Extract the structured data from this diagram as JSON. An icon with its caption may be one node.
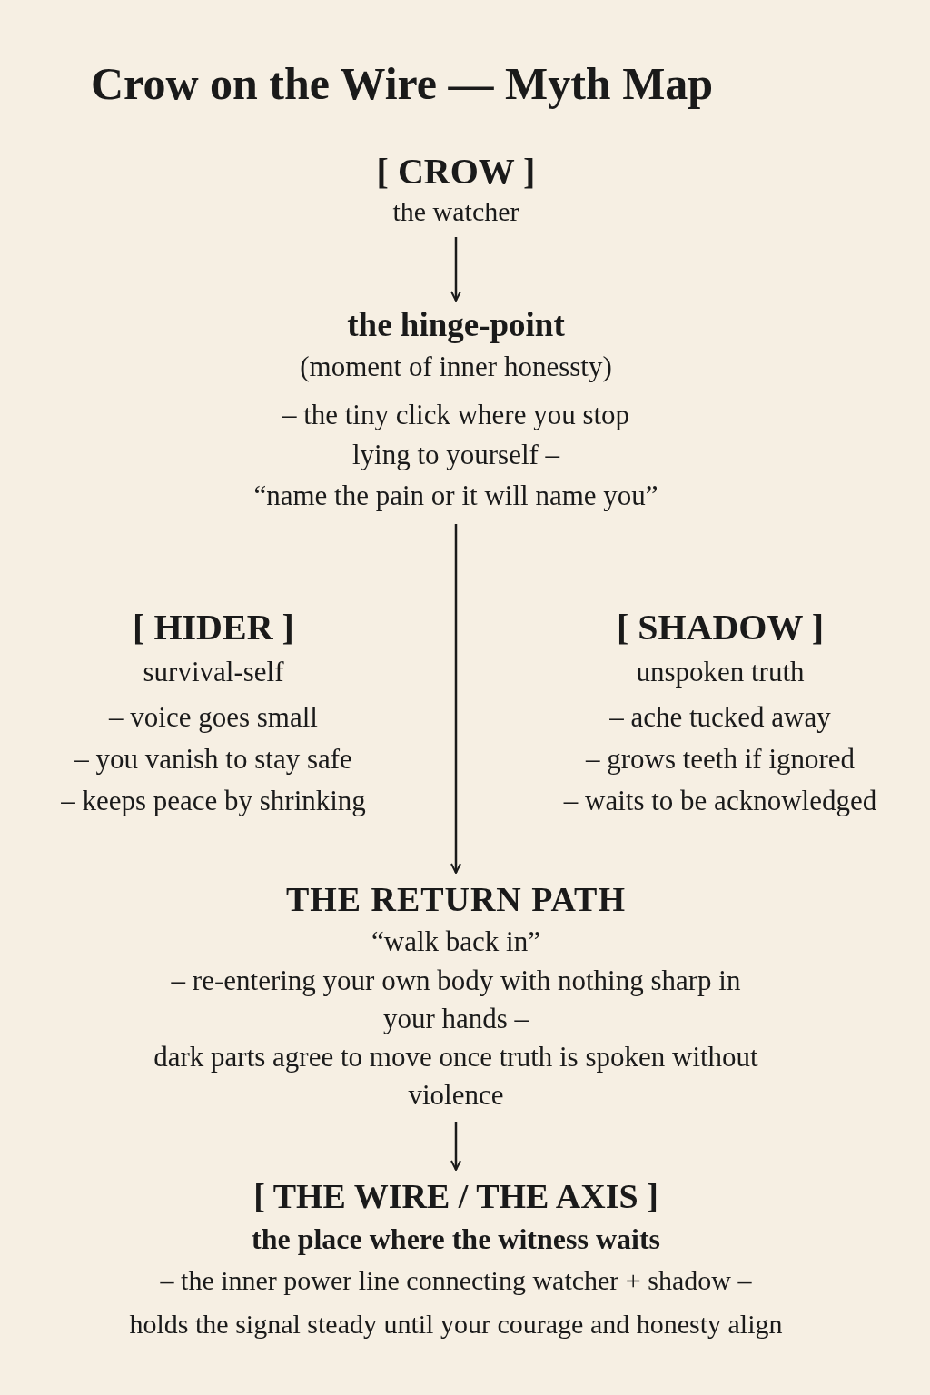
{
  "diagram": {
    "title": "Crow on the Wire — Myth Map",
    "nodes": [
      {
        "text": [
          "[ CROW ]",
          "the watcher"
        ]
      },
      {
        "text": [
          "the hinge-point",
          "(moment of inner honessty)",
          "– the tiny click where you stop lying to yourself –",
          "“name the pain or it will name you”"
        ]
      },
      {
        "text": [
          "THE RETURN PATH",
          "“walk back in”",
          "– re-entering your own body with nothing sharp in your hands –",
          "dark parts agree to move once truth is spoken without violence"
        ]
      },
      {
        "text": [
          "[ THE WIRE / THE AXIS ]",
          "the place where the witness waits",
          "– the inner power line connecting watcher + shadow –",
          "holds the signal steady until your courage and honesty align"
        ]
      }
    ],
    "edges": [
      {
        "from": 0,
        "to": 1,
        "arrow": "to"
      },
      {
        "from": 1,
        "to": 2,
        "arrow": "to"
      },
      {
        "from": 2,
        "to": 3,
        "arrow": "to"
      }
    ],
    "labels": [
      "[ HIDER ]",
      "survival-self",
      "– voice goes small",
      "– you vanish to stay safe",
      "– keeps peace by shrinking",
      "[ SHADOW ]",
      "unspoken truth",
      "– ache tucked away",
      "– grows teeth if ignored",
      "– waits to be acknowledged"
    ]
  }
}
